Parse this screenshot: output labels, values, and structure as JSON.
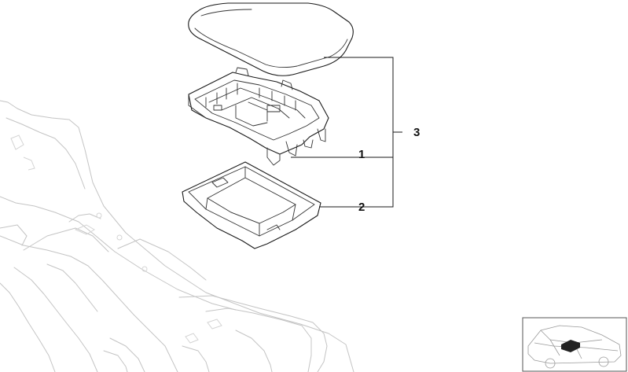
{
  "diagram": {
    "callouts": [
      {
        "id": "1",
        "label": "1"
      },
      {
        "id": "2",
        "label": "2"
      },
      {
        "id": "3",
        "label": "3"
      }
    ],
    "parts": [
      {
        "id": "armrest-cushion",
        "callout": "3"
      },
      {
        "id": "armrest-frame",
        "callout": "1"
      },
      {
        "id": "storage-tray",
        "callout": "2"
      }
    ]
  }
}
